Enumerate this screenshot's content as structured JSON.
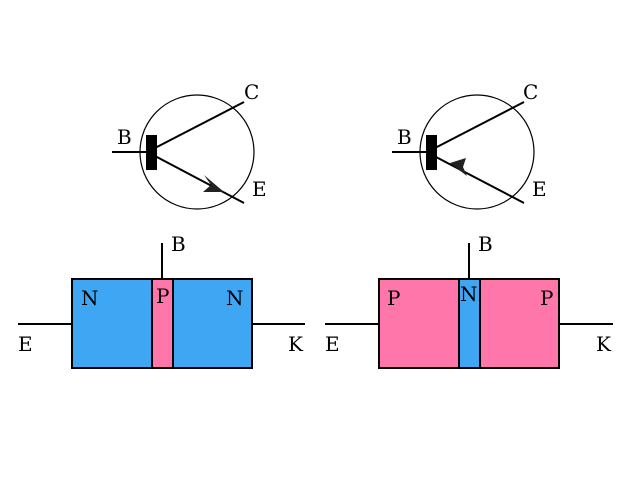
{
  "colors": {
    "n_region": "#3fa6f4",
    "p_region": "#ff77aa",
    "line": "#000000",
    "background": "#ffffff"
  },
  "npn": {
    "symbol": {
      "base": "B",
      "collector": "C",
      "emitter": "E"
    },
    "structure": {
      "regions": [
        "N",
        "P",
        "N"
      ],
      "base": "B",
      "left_terminal": "E",
      "right_terminal": "K"
    }
  },
  "pnp": {
    "symbol": {
      "base": "B",
      "collector": "C",
      "emitter": "E"
    },
    "structure": {
      "regions": [
        "P",
        "N",
        "P"
      ],
      "base": "B",
      "left_terminal": "E",
      "right_terminal": "K"
    }
  }
}
